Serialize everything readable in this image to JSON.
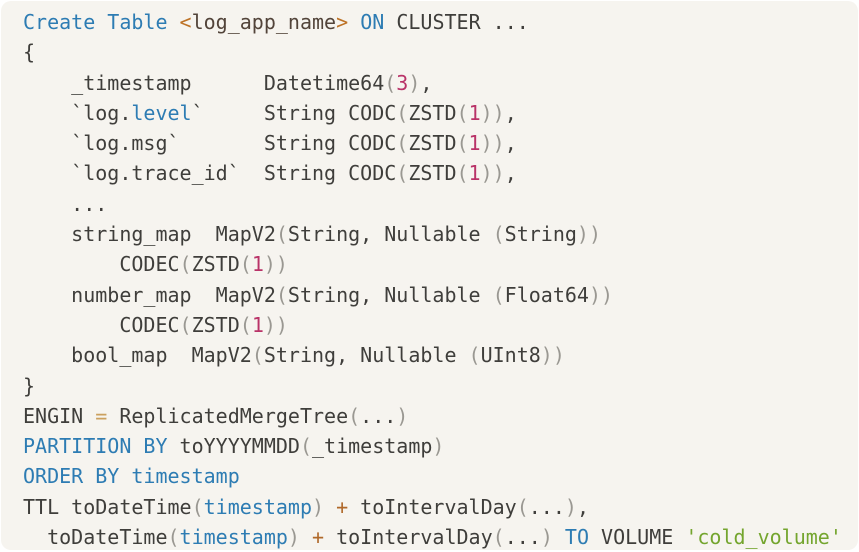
{
  "code_block": {
    "language_hint": "clickhouse-sql-ddl",
    "background": "#f6f4ef",
    "page_background": "#ffffff",
    "colors": {
      "default": "#3f3e3b",
      "keyword": "#2d7cb3",
      "paren": "#9a9892",
      "number": "#b93368",
      "string": "#74a52e",
      "tag_bracket": "#bd7226",
      "tag_name": "#52443a",
      "operator_eq": "#cba05e",
      "operator_plus": "#b0692a"
    },
    "lines": [
      [
        {
          "t": "Create Table ",
          "c": "keyword"
        },
        {
          "t": "<",
          "c": "tag_bracket"
        },
        {
          "t": "log_app_name",
          "c": "tag_name"
        },
        {
          "t": ">",
          "c": "tag_bracket"
        },
        {
          "t": " "
        },
        {
          "t": "ON",
          "c": "keyword"
        },
        {
          "t": " CLUSTER ..."
        }
      ],
      [
        {
          "t": "{"
        }
      ],
      [
        {
          "t": "    _timestamp      Datetime64"
        },
        {
          "t": "(",
          "c": "paren"
        },
        {
          "t": "3",
          "c": "number"
        },
        {
          "t": ")",
          "c": "paren"
        },
        {
          "t": ","
        }
      ],
      [
        {
          "t": "    `log."
        },
        {
          "t": "level",
          "c": "keyword"
        },
        {
          "t": "`     String CODC"
        },
        {
          "t": "(",
          "c": "paren"
        },
        {
          "t": "ZSTD"
        },
        {
          "t": "(",
          "c": "paren"
        },
        {
          "t": "1",
          "c": "number"
        },
        {
          "t": "))",
          "c": "paren"
        },
        {
          "t": ","
        }
      ],
      [
        {
          "t": "    `log.msg`       String CODC"
        },
        {
          "t": "(",
          "c": "paren"
        },
        {
          "t": "ZSTD"
        },
        {
          "t": "(",
          "c": "paren"
        },
        {
          "t": "1",
          "c": "number"
        },
        {
          "t": "))",
          "c": "paren"
        },
        {
          "t": ","
        }
      ],
      [
        {
          "t": "    `log.trace_id`  String CODC"
        },
        {
          "t": "(",
          "c": "paren"
        },
        {
          "t": "ZSTD"
        },
        {
          "t": "(",
          "c": "paren"
        },
        {
          "t": "1",
          "c": "number"
        },
        {
          "t": "))",
          "c": "paren"
        },
        {
          "t": ","
        }
      ],
      [
        {
          "t": "    ..."
        }
      ],
      [
        {
          "t": "    string_map  MapV2"
        },
        {
          "t": "(",
          "c": "paren"
        },
        {
          "t": "String, Nullable "
        },
        {
          "t": "(",
          "c": "paren"
        },
        {
          "t": "String"
        },
        {
          "t": "))",
          "c": "paren"
        }
      ],
      [
        {
          "t": "        CODEC"
        },
        {
          "t": "(",
          "c": "paren"
        },
        {
          "t": "ZSTD"
        },
        {
          "t": "(",
          "c": "paren"
        },
        {
          "t": "1",
          "c": "number"
        },
        {
          "t": "))",
          "c": "paren"
        }
      ],
      [
        {
          "t": "    number_map  MapV2"
        },
        {
          "t": "(",
          "c": "paren"
        },
        {
          "t": "String, Nullable "
        },
        {
          "t": "(",
          "c": "paren"
        },
        {
          "t": "Float64"
        },
        {
          "t": "))",
          "c": "paren"
        }
      ],
      [
        {
          "t": "        CODEC"
        },
        {
          "t": "(",
          "c": "paren"
        },
        {
          "t": "ZSTD"
        },
        {
          "t": "(",
          "c": "paren"
        },
        {
          "t": "1",
          "c": "number"
        },
        {
          "t": "))",
          "c": "paren"
        }
      ],
      [
        {
          "t": "    bool_map  MapV2"
        },
        {
          "t": "(",
          "c": "paren"
        },
        {
          "t": "String, Nullable "
        },
        {
          "t": "(",
          "c": "paren"
        },
        {
          "t": "UInt8"
        },
        {
          "t": "))",
          "c": "paren"
        }
      ],
      [
        {
          "t": "}"
        }
      ],
      [
        {
          "t": "ENGIN "
        },
        {
          "t": "=",
          "c": "operator_eq"
        },
        {
          "t": " ReplicatedMergeTree"
        },
        {
          "t": "(",
          "c": "paren"
        },
        {
          "t": "..."
        },
        {
          "t": ")",
          "c": "paren"
        }
      ],
      [
        {
          "t": "PARTITION BY",
          "c": "keyword"
        },
        {
          "t": " toYYYYMMDD"
        },
        {
          "t": "(",
          "c": "paren"
        },
        {
          "t": "_timestamp"
        },
        {
          "t": ")",
          "c": "paren"
        }
      ],
      [
        {
          "t": "ORDER BY",
          "c": "keyword"
        },
        {
          "t": " "
        },
        {
          "t": "timestamp",
          "c": "keyword"
        }
      ],
      [
        {
          "t": "TTL toDateTime"
        },
        {
          "t": "(",
          "c": "paren"
        },
        {
          "t": "timestamp",
          "c": "keyword"
        },
        {
          "t": ")",
          "c": "paren"
        },
        {
          "t": " "
        },
        {
          "t": "+",
          "c": "operator_plus"
        },
        {
          "t": " toIntervalDay"
        },
        {
          "t": "(",
          "c": "paren"
        },
        {
          "t": "..."
        },
        {
          "t": ")",
          "c": "paren"
        },
        {
          "t": ","
        }
      ],
      [
        {
          "t": "  toDateTime"
        },
        {
          "t": "(",
          "c": "paren"
        },
        {
          "t": "timestamp",
          "c": "keyword"
        },
        {
          "t": ")",
          "c": "paren"
        },
        {
          "t": " "
        },
        {
          "t": "+",
          "c": "operator_plus"
        },
        {
          "t": " toIntervalDay"
        },
        {
          "t": "(",
          "c": "paren"
        },
        {
          "t": "..."
        },
        {
          "t": ")",
          "c": "paren"
        },
        {
          "t": " "
        },
        {
          "t": "TO",
          "c": "keyword"
        },
        {
          "t": " VOLUME "
        },
        {
          "t": "'cold_volume'",
          "c": "string"
        }
      ]
    ]
  }
}
